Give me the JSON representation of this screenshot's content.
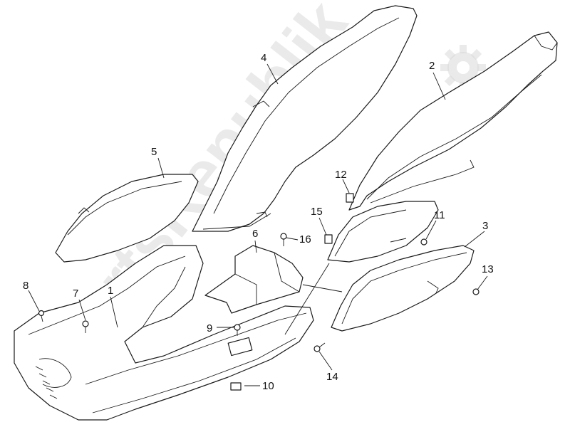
{
  "watermark": {
    "text": "PartsRepublik",
    "icon": "gear-icon",
    "color": "#d0d0d0"
  },
  "callouts": [
    {
      "id": "1",
      "label": "1"
    },
    {
      "id": "2",
      "label": "2"
    },
    {
      "id": "3",
      "label": "3"
    },
    {
      "id": "4",
      "label": "4"
    },
    {
      "id": "5",
      "label": "5"
    },
    {
      "id": "6",
      "label": "6"
    },
    {
      "id": "7",
      "label": "7"
    },
    {
      "id": "8",
      "label": "8"
    },
    {
      "id": "9",
      "label": "9"
    },
    {
      "id": "10",
      "label": "10"
    },
    {
      "id": "11",
      "label": "11"
    },
    {
      "id": "12",
      "label": "12"
    },
    {
      "id": "13",
      "label": "13"
    },
    {
      "id": "14",
      "label": "14"
    },
    {
      "id": "15",
      "label": "15"
    },
    {
      "id": "16",
      "label": "16"
    }
  ]
}
